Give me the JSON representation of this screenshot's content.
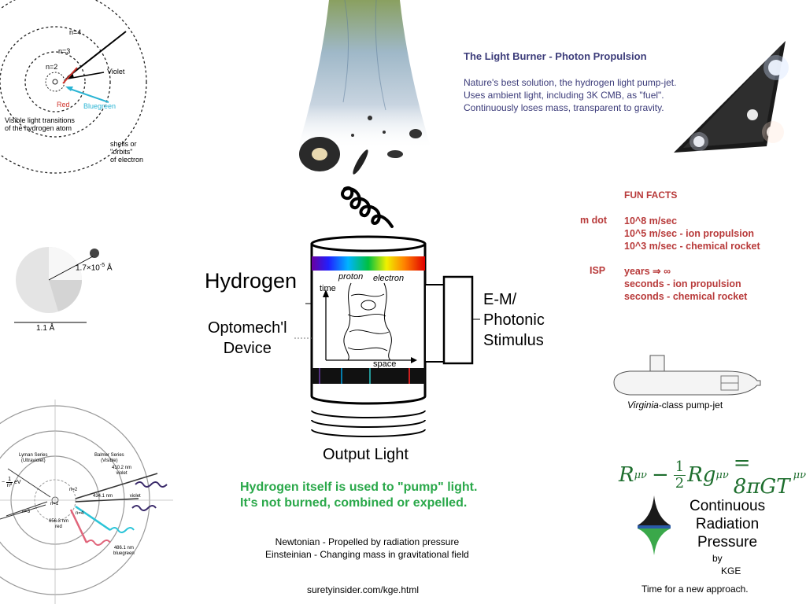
{
  "header": {
    "title": "The Light Burner - Photon Propulsion",
    "desc1": "Nature's best solution, the hydrogen light pump-jet.",
    "desc2": "Uses ambient light, including 3K CMB, as \"fuel\".",
    "desc3": "Continuously loses mass, transparent to gravity."
  },
  "fun_facts": {
    "title": "FUN FACTS",
    "mdot_label": "m dot",
    "mdot1": "10^8 m/sec",
    "mdot2": "10^5 m/sec - ion propulsion",
    "mdot3": "10^3 m/sec - chemical rocket",
    "isp_label": "ISP",
    "isp1": "years ⇒ ∞",
    "isp2": "seconds - ion propulsion",
    "isp3": "seconds - chemical rocket"
  },
  "device": {
    "hydrogen": "Hydrogen",
    "optomech1": "Optomech'l",
    "optomech2": "Device",
    "stim1": "E-M/",
    "stim2": "Photonic",
    "stim3": "Stimulus",
    "output": "Output Light",
    "proton": "proton",
    "electron": "electron",
    "time": "time",
    "space": "space"
  },
  "message": {
    "line1": "Hydrogen itself is used to \"pump\" light.",
    "line2": "It's not burned, combined or expelled."
  },
  "notes": {
    "newton": "Newtonian - Propelled by radiation pressure",
    "einstein": "Einsteinian - Changing mass in gravitational field",
    "url": "suretyinsider.com/kge.html"
  },
  "right": {
    "sub_italic": "Virginia",
    "sub_rest": "-class pump-jet",
    "eq_R": "R",
    "eq_sub1": "μν",
    "eq_minus": "−",
    "eq_num": "1",
    "eq_den": "2",
    "eq_Rg": "Rg",
    "eq_eq": "= 8πGT",
    "crp1": "Continuous",
    "crp2": "Radiation",
    "crp3": "Pressure",
    "by": "by",
    "kge": "KGE",
    "time_new": "Time for a new approach."
  },
  "atom_top": {
    "n4": "n=4",
    "n3": "n=3",
    "n2": "n=2",
    "violet": "Violet",
    "red": "Red",
    "bluegreen": "Bluegreen",
    "caption1": "Visible light transitions",
    "caption2": "of the hydrogen atom",
    "shells1": "shells or",
    "shells2": "\"orbits\"",
    "shells3": "of electron"
  },
  "nucleus": {
    "size": "1.7×10",
    "exp": "-5",
    "unit": "Å",
    "width": "1.1 Å"
  },
  "atom_bottom": {
    "lyman1": "Lyman Series",
    "lyman2": "(Ultraviolet)",
    "balmer1": "Balmer Series",
    "balmer2": "(Visible)",
    "l410a": "410.2 nm",
    "l410b": "violet",
    "l434a": "434.1 nm",
    "l434b": "violet",
    "l656a": "656.3 nm",
    "l656b": "red",
    "l486a": "486.1 nm",
    "l486b": "bluegreen",
    "n2": "n=2",
    "n3": "n=3",
    "n4": "n=4",
    "n1": "n=1",
    "e_num": "1",
    "e_den": "n²",
    "e_unit": "eV",
    "e_minus": "−"
  }
}
